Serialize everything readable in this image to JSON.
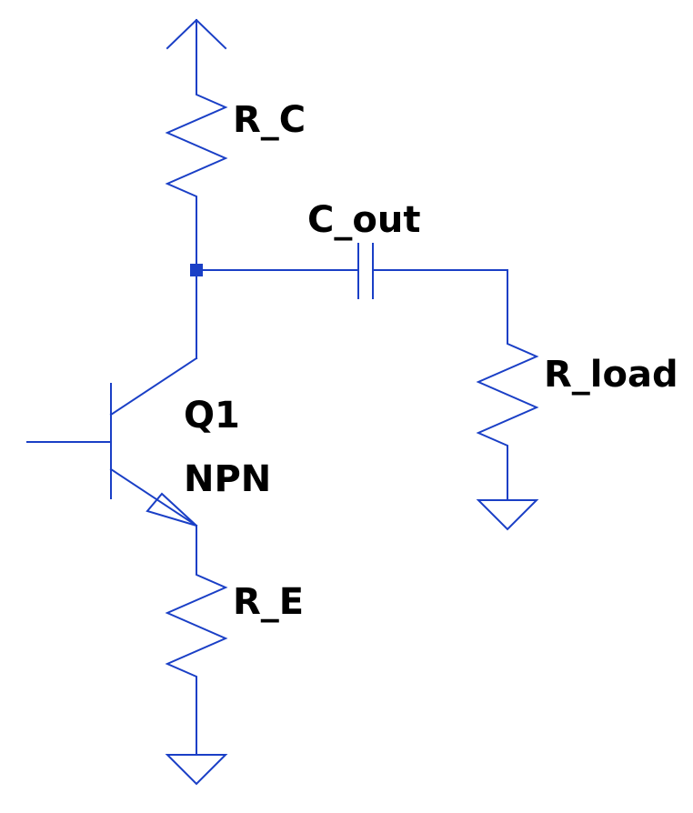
{
  "colors": {
    "wire": "#1a3fc6",
    "label": "#000000",
    "background": "#ffffff"
  },
  "components": {
    "collector_resistor": {
      "label": "R_C"
    },
    "output_capacitor": {
      "label": "C_out"
    },
    "load_resistor": {
      "label": "R_load"
    },
    "transistor": {
      "name": "Q1",
      "type": "NPN"
    },
    "emitter_resistor": {
      "label": "R_E"
    }
  },
  "symbols": {
    "supply": "supply-arrow-icon",
    "ground": "ground-icon"
  }
}
